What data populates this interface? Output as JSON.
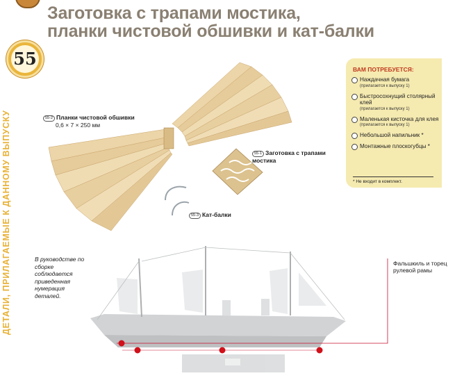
{
  "header": {
    "title_line1": "Заготовка с трапами мостика,",
    "title_line2": "планки чистовой обшивки и кат-балки",
    "issue_number": "55"
  },
  "side_label": "ДЕТАЛИ, ПРИЛАГАЕМЫЕ К ДАННОМУ ВЫПУСКУ",
  "requirements": {
    "title": "ВАМ ПОТРЕБУЕТСЯ:",
    "items": [
      {
        "label": "Наждачная бумага",
        "note": "(прилагается к выпуску 1)"
      },
      {
        "label": "Быстросохнущий столярный клей",
        "note": "(прилагается к выпуску 1)"
      },
      {
        "label": "Маленькая кисточка для клея",
        "note": "(прилагается к выпуску 1)"
      },
      {
        "label": "Небольшой напильник *",
        "note": ""
      },
      {
        "label": "Монтажные плоскогубцы *",
        "note": ""
      }
    ],
    "footnote": "* Не входит в комплект."
  },
  "parts": [
    {
      "tag": "55-2",
      "label": "Планки чистовой обшивки",
      "detail": "0,6 × 7 × 250 мм"
    },
    {
      "tag": "55-1",
      "label": "Заготовка с трапами мостика",
      "detail": ""
    },
    {
      "tag": "55-3",
      "label": "Кат-балки",
      "detail": ""
    }
  ],
  "notes": {
    "manual": "В руководстве по сборке соблюдается приведенная нумерация деталей.",
    "ship": "Фальшкиль и торец рулевой рамы"
  },
  "colors": {
    "title": "#8a8072",
    "accent_yellow": "#e8b236",
    "panel_bg": "#f5eab0",
    "panel_title": "#c03a1e",
    "marker_red": "#d0101a"
  }
}
